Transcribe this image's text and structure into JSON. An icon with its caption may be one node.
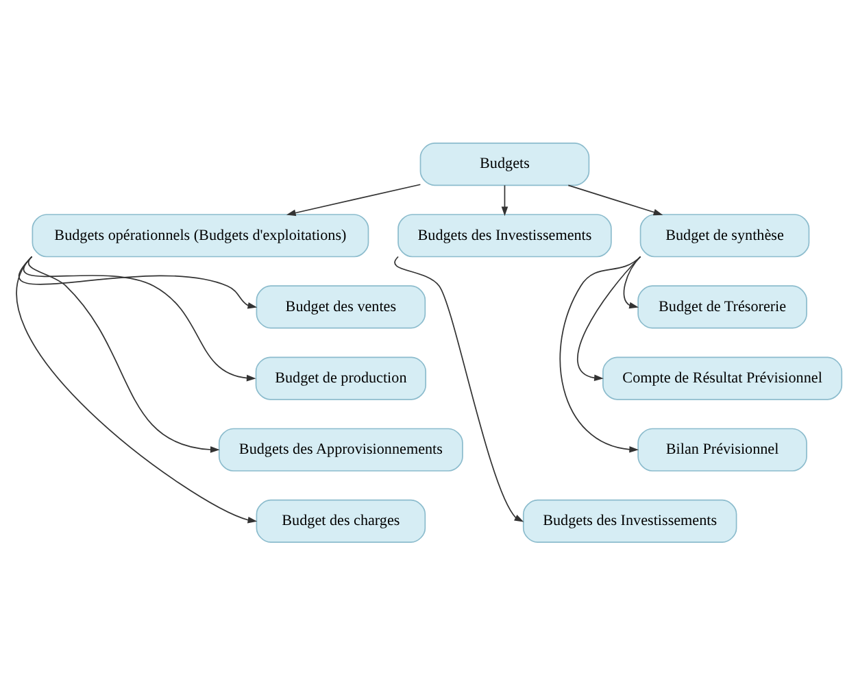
{
  "diagram": {
    "nodes": [
      {
        "text": [
          "Budgets"
        ]
      },
      {
        "text": [
          "Budgets opérationnels (Budgets d'exploitations)"
        ]
      },
      {
        "text": [
          "Budgets des Investissements"
        ]
      },
      {
        "text": [
          "Budget de synthèse"
        ]
      },
      {
        "text": [
          "Budget des ventes"
        ]
      },
      {
        "text": [
          "Budget de production"
        ]
      },
      {
        "text": [
          "Budgets des Approvisionnements"
        ]
      },
      {
        "text": [
          "Budget des charges"
        ]
      },
      {
        "text": [
          "Budgets des Investissements"
        ]
      },
      {
        "text": [
          "Budget de Trésorerie"
        ]
      },
      {
        "text": [
          "Compte de Résultat Prévisionnel"
        ]
      },
      {
        "text": [
          "Bilan Prévisionnel"
        ]
      }
    ],
    "edges": [
      {
        "from": 0,
        "to": 1,
        "arrow": "to"
      },
      {
        "from": 0,
        "to": 2,
        "arrow": "to"
      },
      {
        "from": 0,
        "to": 3,
        "arrow": "to"
      },
      {
        "from": 1,
        "to": 4,
        "arrow": "to"
      },
      {
        "from": 1,
        "to": 5,
        "arrow": "to"
      },
      {
        "from": 1,
        "to": 6,
        "arrow": "to"
      },
      {
        "from": 1,
        "to": 7,
        "arrow": "to"
      },
      {
        "from": 2,
        "to": 8,
        "arrow": "to"
      },
      {
        "from": 3,
        "to": 9,
        "arrow": "to"
      },
      {
        "from": 3,
        "to": 10,
        "arrow": "to"
      },
      {
        "from": 3,
        "to": 11,
        "arrow": "to"
      }
    ]
  }
}
